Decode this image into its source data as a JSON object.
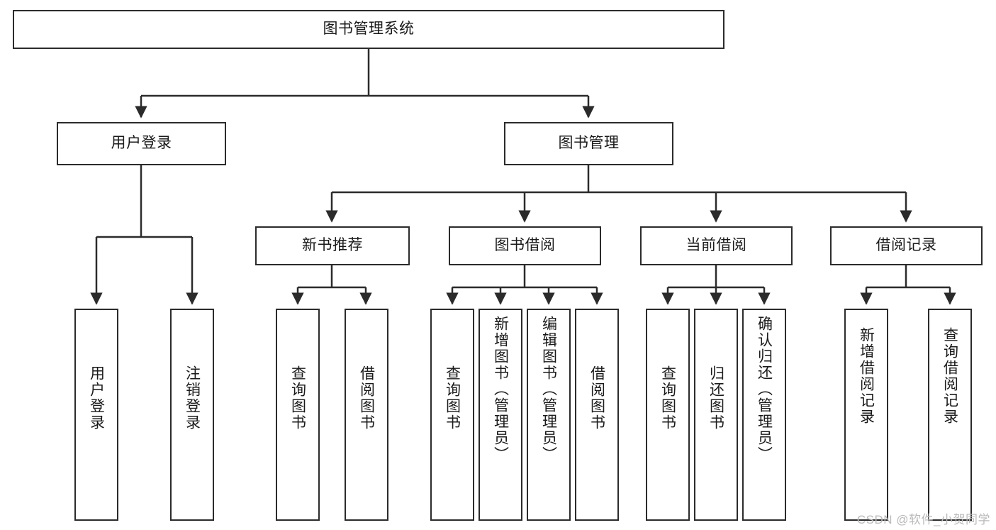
{
  "diagram": {
    "title": "图书管理系统",
    "type": "hierarchy-tree",
    "watermark": "CSDN @软件_小贺同学",
    "colors": {
      "stroke": "#2b2b2b",
      "fill": "#ffffff",
      "text": "#1a1a1a",
      "watermark": "#b9b9b9"
    },
    "nodes": {
      "root": {
        "label": "图书管理系统"
      },
      "level2": [
        {
          "id": "user-login",
          "label": "用户登录"
        },
        {
          "id": "book-management",
          "label": "图书管理"
        }
      ],
      "level3": [
        {
          "id": "new-book-recommend",
          "label": "新书推荐"
        },
        {
          "id": "book-borrow",
          "label": "图书借阅"
        },
        {
          "id": "current-borrow",
          "label": "当前借阅"
        },
        {
          "id": "borrow-record",
          "label": "借阅记录"
        }
      ],
      "leaves": {
        "user_login": [
          {
            "id": "leaf-user-login",
            "label": "用户登录"
          },
          {
            "id": "leaf-user-logout",
            "label": "注销登录"
          }
        ],
        "new_book_recommend": [
          {
            "id": "leaf-query-book-1",
            "label": "查询图书"
          },
          {
            "id": "leaf-borrow-book-1",
            "label": "借阅图书"
          }
        ],
        "book_borrow": [
          {
            "id": "leaf-query-book-2",
            "label": "查询图书"
          },
          {
            "id": "leaf-add-book",
            "label": "新增图书（管理员）"
          },
          {
            "id": "leaf-edit-book",
            "label": "编辑图书（管理员）"
          },
          {
            "id": "leaf-borrow-book-2",
            "label": "借阅图书"
          }
        ],
        "current_borrow": [
          {
            "id": "leaf-query-book-3",
            "label": "查询图书"
          },
          {
            "id": "leaf-return-book",
            "label": "归还图书"
          },
          {
            "id": "leaf-confirm-return",
            "label": "确认归还（管理员）"
          }
        ],
        "borrow_record": [
          {
            "id": "leaf-add-record",
            "label": "新增借阅记录"
          },
          {
            "id": "leaf-query-record",
            "label": "查询借阅记录"
          }
        ]
      }
    }
  }
}
